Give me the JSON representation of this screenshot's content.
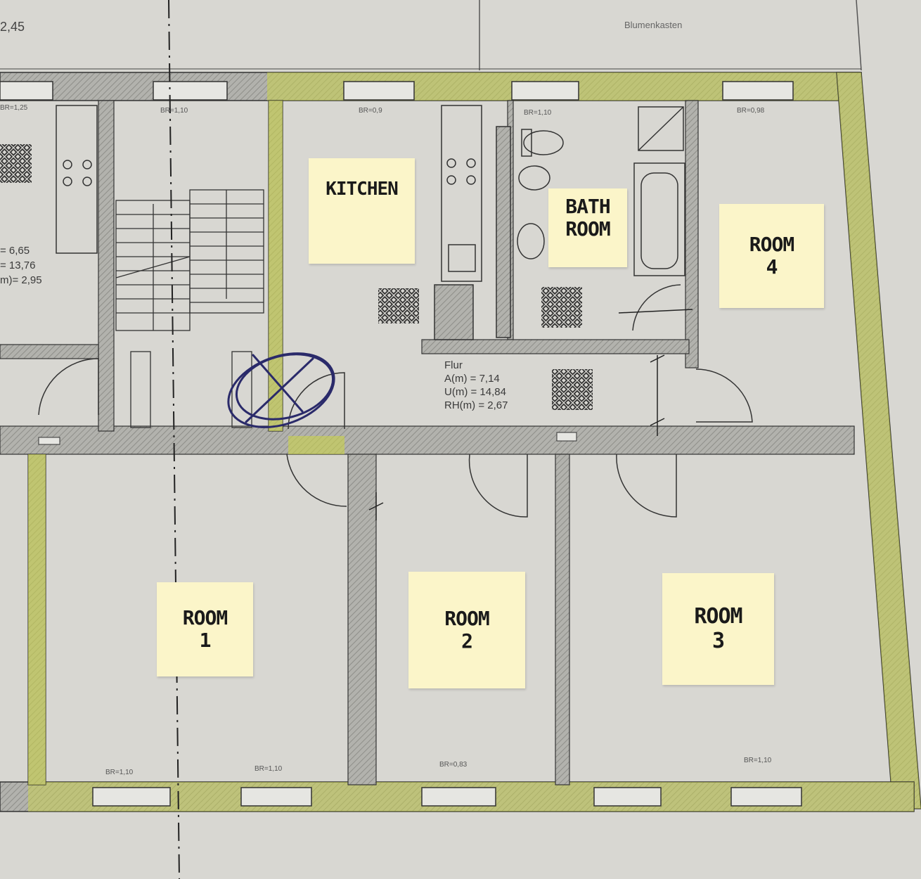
{
  "notes": {
    "kitchen": [
      "KITCHEN"
    ],
    "bathroom": [
      "BATH",
      "ROOM"
    ],
    "room4": [
      "ROOM",
      "4"
    ],
    "room1": [
      "ROOM",
      "1"
    ],
    "room2": [
      "ROOM",
      "2"
    ],
    "room3": [
      "ROOM",
      "3"
    ]
  },
  "flur": {
    "name": "Flur",
    "area": "A(m) = 7,14",
    "perimeter": "U(m) = 14,84",
    "height": "RH(m) = 2,67"
  },
  "left_fragments": {
    "top": "2,45",
    "values": [
      "= 6,65",
      "= 13,76",
      "m)= 2,95"
    ]
  },
  "top_label": "Blumenkasten",
  "window_labels": [
    "BR=1,25",
    "BR=1,10",
    "BR=0,9",
    "BR=1,10",
    "BR=0,98",
    "BR=1,10",
    "BR=1,10",
    "BR=0,83",
    "BR=1,10"
  ],
  "colors": {
    "paper": "#d8d7d2",
    "wall_hatch": "#a9a9a4",
    "highlight": "#c9d24a",
    "ink": "#333333",
    "marker": "#2a2a6a",
    "note": "#fbf5c9"
  }
}
